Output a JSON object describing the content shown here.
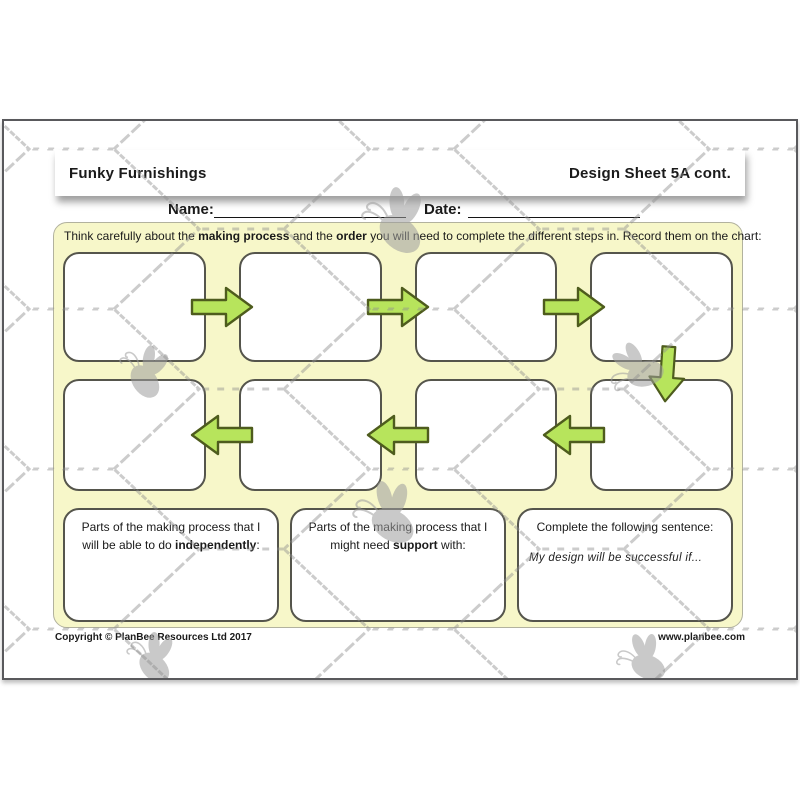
{
  "document": {
    "header": {
      "product_title": "Funky Furnishings",
      "sheet_title": "Design Sheet 5A cont."
    },
    "student_fields": {
      "name_label": "Name:",
      "name_value": "",
      "date_label": "Date:",
      "date_value": ""
    },
    "instruction": {
      "part1": "Think carefully about the ",
      "bold1": "making process",
      "part2": " and the ",
      "bold2": "order",
      "part3": " you will need to complete the different steps in. Record them on the chart:"
    },
    "flow_chart": {
      "step_boxes": [
        "",
        "",
        "",
        "",
        "",
        "",
        "",
        ""
      ],
      "row1_arrow_direction": "right",
      "row2_arrow_direction": "left",
      "connector_arrow_direction": "down"
    },
    "reflection_boxes": {
      "independent": {
        "part1": "Parts of the making process that I will be able to do ",
        "bold": "independently",
        "part2": ":",
        "value": ""
      },
      "support": {
        "part1": "Parts of the making process that I might need ",
        "bold": "support",
        "part2": " with:",
        "value": ""
      },
      "sentence": {
        "title": "Complete the following sentence:",
        "starter": "My design will be successful if...",
        "value": ""
      }
    },
    "footer": {
      "copyright": "Copyright © PlanBee Resources Ltd 2017",
      "website": "www.planbee.com"
    },
    "colors": {
      "panel_background": "#f7f7c9",
      "arrow_fill": "#b7e45c",
      "arrow_stroke": "#4e5c1d",
      "box_border": "#55554c",
      "hex_pattern": "#8f8f8f",
      "bee": "#9e9e9e"
    }
  }
}
